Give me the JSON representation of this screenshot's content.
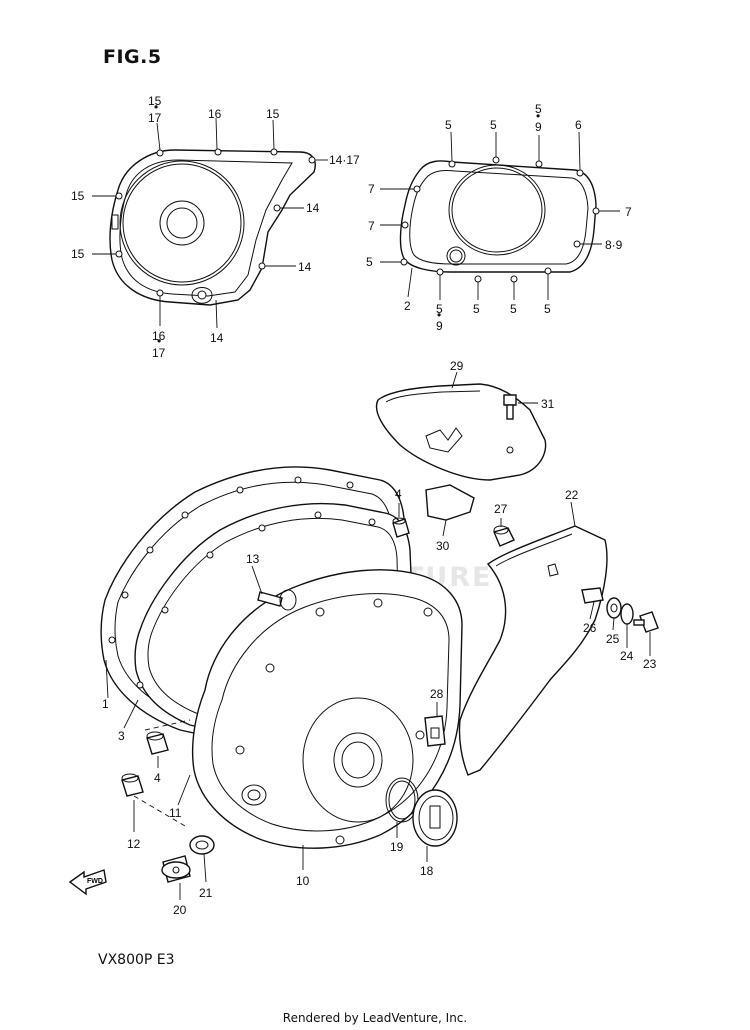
{
  "figure_title": "FIG.5",
  "model": "VX800P  E3",
  "credit": "Rendered by LeadVenture, Inc.",
  "watermark": "LEADVENTURE",
  "fwd_label": "FWD",
  "callouts": {
    "top_left": [
      "15",
      "17",
      "16",
      "15",
      "14·17",
      "15",
      "14",
      "15",
      "14",
      "16",
      "17",
      "14"
    ],
    "top_right": [
      "5",
      "5",
      "5",
      "9",
      "6",
      "7",
      "7",
      "7",
      "8·9",
      "5",
      "2",
      "5",
      "9",
      "5",
      "5",
      "5"
    ],
    "main": [
      "29",
      "31",
      "4",
      "22",
      "27",
      "30",
      "13",
      "1",
      "26",
      "25",
      "24",
      "23",
      "3",
      "28",
      "4",
      "12",
      "11",
      "10",
      "19",
      "18",
      "21",
      "20"
    ]
  }
}
